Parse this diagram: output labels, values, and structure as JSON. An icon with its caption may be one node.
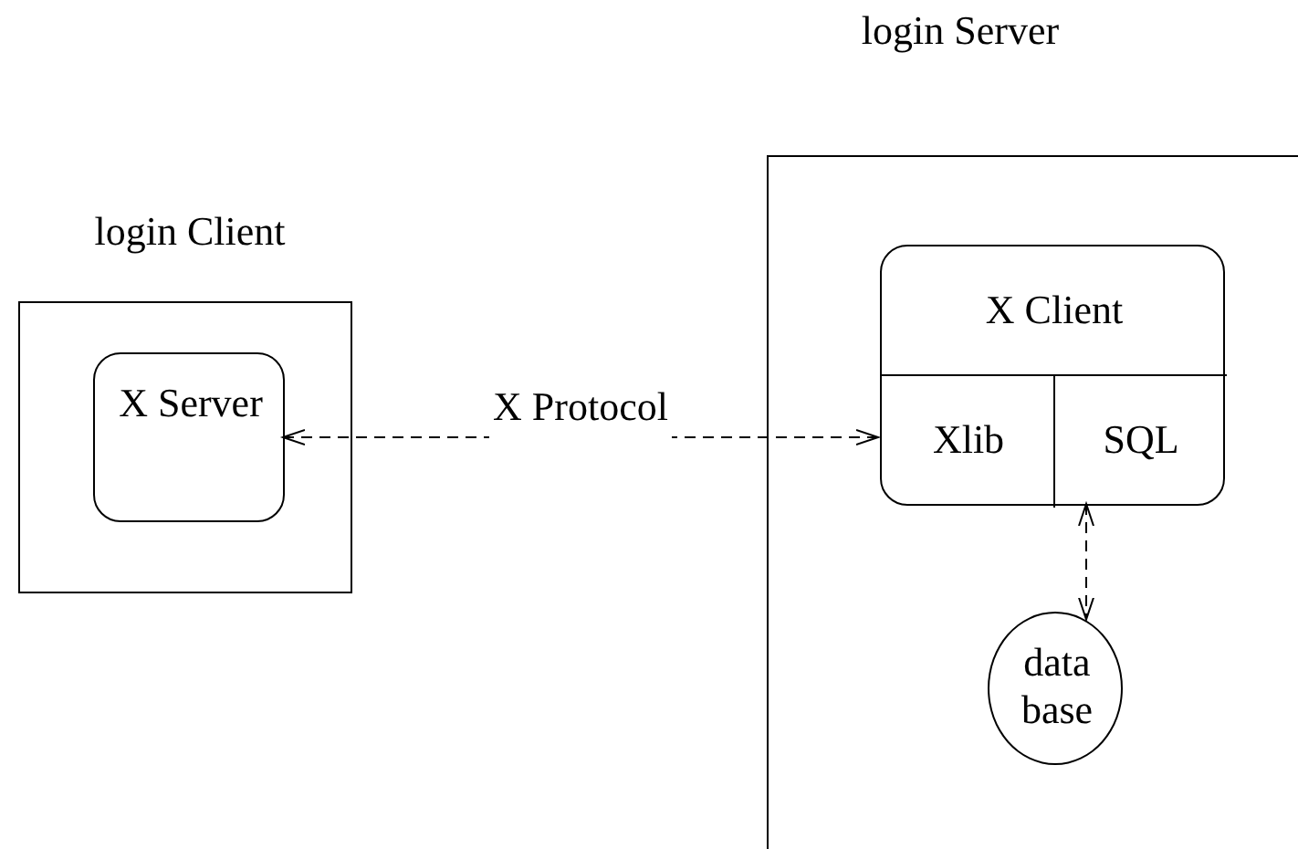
{
  "diagram": {
    "nodes": [
      {
        "text": [
          "login Client"
        ]
      },
      {
        "text": [
          "X Server"
        ],
        "in": 0
      },
      {
        "text": [
          "login Server"
        ]
      },
      {
        "text": [
          "X Client"
        ],
        "in": 2
      },
      {
        "text": [
          "Xlib"
        ],
        "in": 3
      },
      {
        "text": [
          "SQL"
        ],
        "in": 3
      },
      {
        "text": [
          "data base"
        ],
        "in": 2
      }
    ],
    "edges": [
      {
        "from": 1,
        "to": 4,
        "arrow": "both",
        "style": "dashed",
        "label": "X Protocol"
      },
      {
        "from": 5,
        "to": 6,
        "arrow": "both",
        "style": "dashed"
      }
    ]
  }
}
